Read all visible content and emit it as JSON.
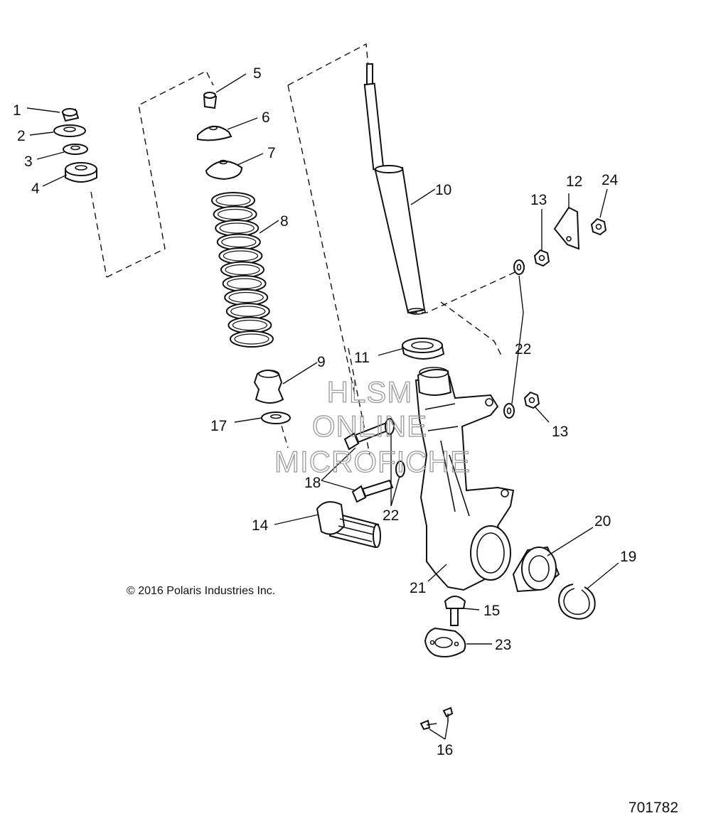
{
  "callouts": {
    "c1": "1",
    "c2": "2",
    "c3": "3",
    "c4": "4",
    "c5": "5",
    "c6": "6",
    "c7": "7",
    "c8": "8",
    "c9": "9",
    "c10": "10",
    "c11": "11",
    "c12": "12",
    "c13a": "13",
    "c13b": "13",
    "c14": "14",
    "c15": "15",
    "c16": "16",
    "c17": "17",
    "c18": "18",
    "c19": "19",
    "c20": "20",
    "c21": "21",
    "c22a": "22",
    "c22b": "22",
    "c23": "23",
    "c24": "24"
  },
  "copyright": "© 2016 Polaris Industries Inc.",
  "diagram_number": "701782",
  "watermark": {
    "line1": "HLSM",
    "line2": "ONLINE",
    "line3": "MICROFICHE"
  }
}
